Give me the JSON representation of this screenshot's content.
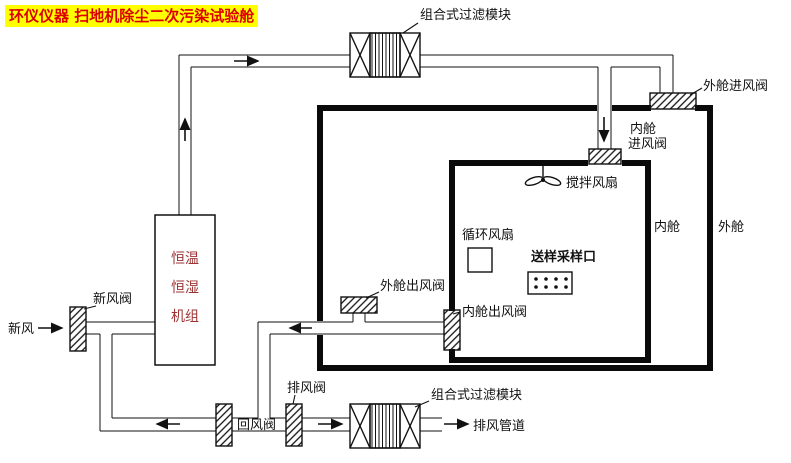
{
  "title": "环仪仪器 扫地机除尘二次污染试验舱",
  "colors": {
    "title_text": "#dd0000",
    "title_bg": "#ffff00",
    "diagram_line": "#111111",
    "ahu_text": "#9c3333",
    "background": "#ffffff"
  },
  "labels": {
    "filter_module_top": "组合式过滤模块",
    "outer_inlet_valve": "外舱进风阀",
    "inner_inlet_valve_line1": "内舱",
    "inner_inlet_valve_line2": "进风阀",
    "stir_fan": "搅拌风扇",
    "circulation_fan": "循环风扇",
    "sample_port": "送样采样口",
    "inner_chamber": "内舱",
    "outer_chamber": "外舱",
    "ahu_line1": "恒温",
    "ahu_line2": "恒湿",
    "ahu_line3": "机组",
    "fresh_air_valve": "新风阀",
    "fresh_air": "新风",
    "outer_outlet_valve": "外舱出风阀",
    "inner_outlet_valve": "内舱出风阀",
    "exhaust_valve": "排风阀",
    "return_valve": "回风阀",
    "filter_module_bottom": "组合式过滤模块",
    "exhaust_duct": "排风管道"
  }
}
